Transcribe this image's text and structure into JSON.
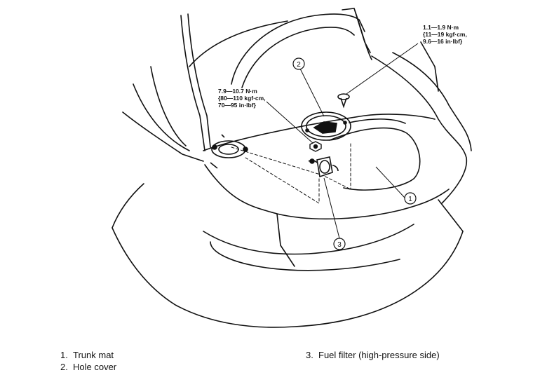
{
  "torque_specs": {
    "screw": [
      "1.1—1.9 N·m",
      "{11—19 kgf·cm,",
      "9.6—16 in·lbf}"
    ],
    "nut": [
      "7.9—10.7 N·m",
      "{80—110 kgf·cm,",
      "70—95 in·lbf}"
    ]
  },
  "callouts": [
    "1",
    "2",
    "3"
  ],
  "legend": [
    {
      "num": "1.",
      "label": "Trunk mat"
    },
    {
      "num": "2.",
      "label": "Hole cover"
    },
    {
      "num": "3.",
      "label": "Fuel filter (high-pressure side)"
    }
  ]
}
